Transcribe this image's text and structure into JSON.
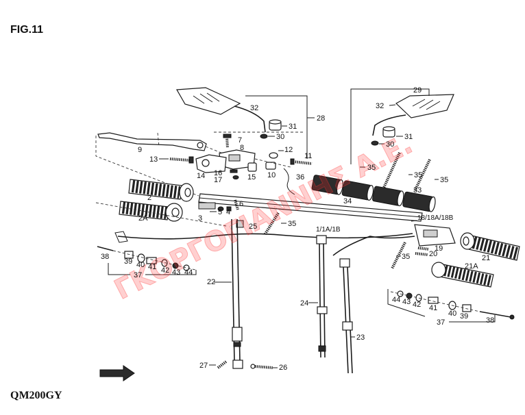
{
  "figure_label": "FIG.11",
  "model": "QM200GY",
  "watermark": "ΓΚΟΡΓΟΓΙΑΝΝΗΣ Α.Ε.",
  "callouts": [
    "32",
    "28",
    "31",
    "30",
    "29",
    "32",
    "31",
    "30",
    "9",
    "7",
    "8",
    "12",
    "11",
    "13",
    "14",
    "16",
    "17",
    "15",
    "10",
    "36",
    "35",
    "35",
    "35",
    "33",
    "34",
    "2",
    "2A",
    "3",
    "5",
    "4",
    "6",
    "25",
    "35",
    "1/1A/1B",
    "18/18A/18B",
    "19",
    "20",
    "21",
    "21A",
    "35",
    "38",
    "39",
    "40",
    "41",
    "42",
    "43",
    "44",
    "37",
    "22",
    "24",
    "23",
    "27",
    "26",
    "44",
    "43",
    "42",
    "41",
    "40",
    "39",
    "38",
    "37"
  ]
}
